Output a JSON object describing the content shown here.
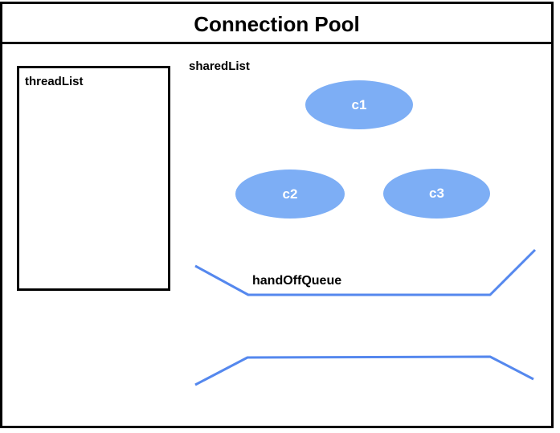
{
  "title": "Connection Pool",
  "colors": {
    "border_black": "#000000",
    "ellipse_fill": "#7daef5",
    "ellipse_text": "#ffffff",
    "line_blue": "#5588ee"
  },
  "diagram": {
    "thread_list": {
      "label": "threadList"
    },
    "shared_list": {
      "label": "sharedList",
      "connections": [
        {
          "label": "c1"
        },
        {
          "label": "c2"
        },
        {
          "label": "c3"
        }
      ]
    },
    "hand_off_queue": {
      "label": "handOffQueue"
    }
  }
}
